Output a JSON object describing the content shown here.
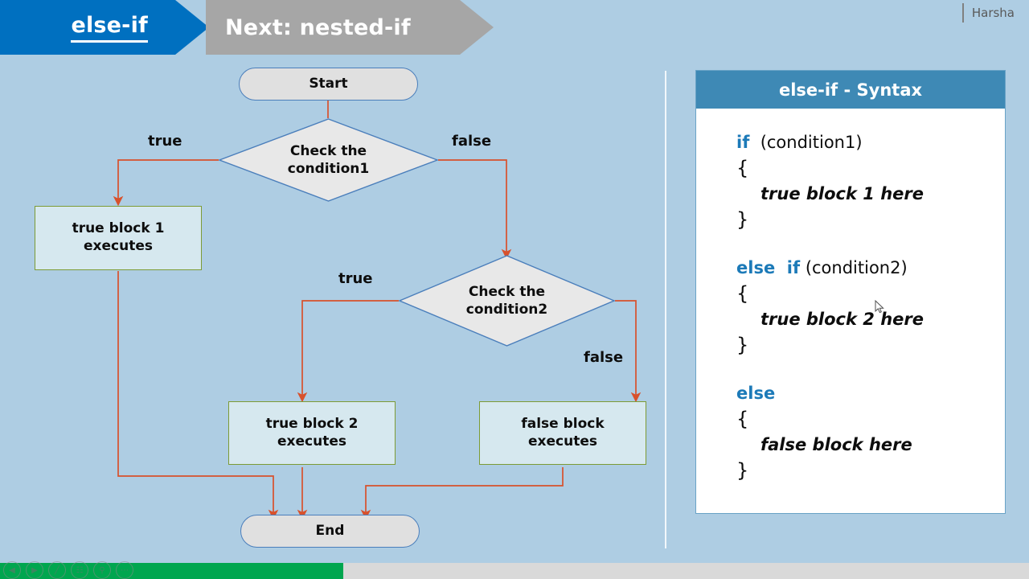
{
  "header": {
    "current_topic": "else-if",
    "next_topic": "Next: nested-if",
    "presenter": "Harsha",
    "colors": {
      "current": "#0070c0",
      "next": "#a6a6a6"
    }
  },
  "flowchart": {
    "nodes": {
      "start": "Start",
      "decision1_line1": "Check the",
      "decision1_line2": "condition1",
      "decision2_line1": "Check the",
      "decision2_line2": "condition2",
      "true_block1_line1": "true block 1",
      "true_block1_line2": "executes",
      "true_block2_line1": "true block 2",
      "true_block2_line2": "executes",
      "false_block_line1": "false block",
      "false_block_line2": "executes",
      "end": "End"
    },
    "edge_labels": {
      "d1_true": "true",
      "d1_false": "false",
      "d2_true": "true",
      "d2_false": "false"
    },
    "colors": {
      "terminal_fill": "#e0e0e0",
      "terminal_border": "#4a7ebb",
      "decision_fill": "#e8e8e8",
      "decision_border": "#4a7ebb",
      "process_fill": "#d6e8ef",
      "process_border": "#7d9b35",
      "connector": "#d8512c"
    }
  },
  "syntax_panel": {
    "title": "else-if  - Syntax",
    "header_color": "#3e89b5",
    "keyword_color": "#1c7ab8",
    "lines": [
      {
        "keyword": "if",
        "rest": "  (condition1)"
      },
      {
        "brace": "{"
      },
      {
        "body": "true block 1 here"
      },
      {
        "brace": "}"
      },
      {
        "keyword": "else  if",
        "rest": " (condition2)"
      },
      {
        "brace": "{"
      },
      {
        "body": "true block 2 here"
      },
      {
        "brace": "}"
      },
      {
        "keyword": "else",
        "rest": ""
      },
      {
        "brace": "{"
      },
      {
        "body": "false block here"
      },
      {
        "brace": "}"
      }
    ]
  },
  "playback": {
    "progress_percent": 33,
    "progress_color": "#00a64f",
    "controls": [
      "previous-icon",
      "play-icon",
      "pen-icon",
      "slides-icon",
      "zoom-icon",
      "more-icon"
    ]
  }
}
